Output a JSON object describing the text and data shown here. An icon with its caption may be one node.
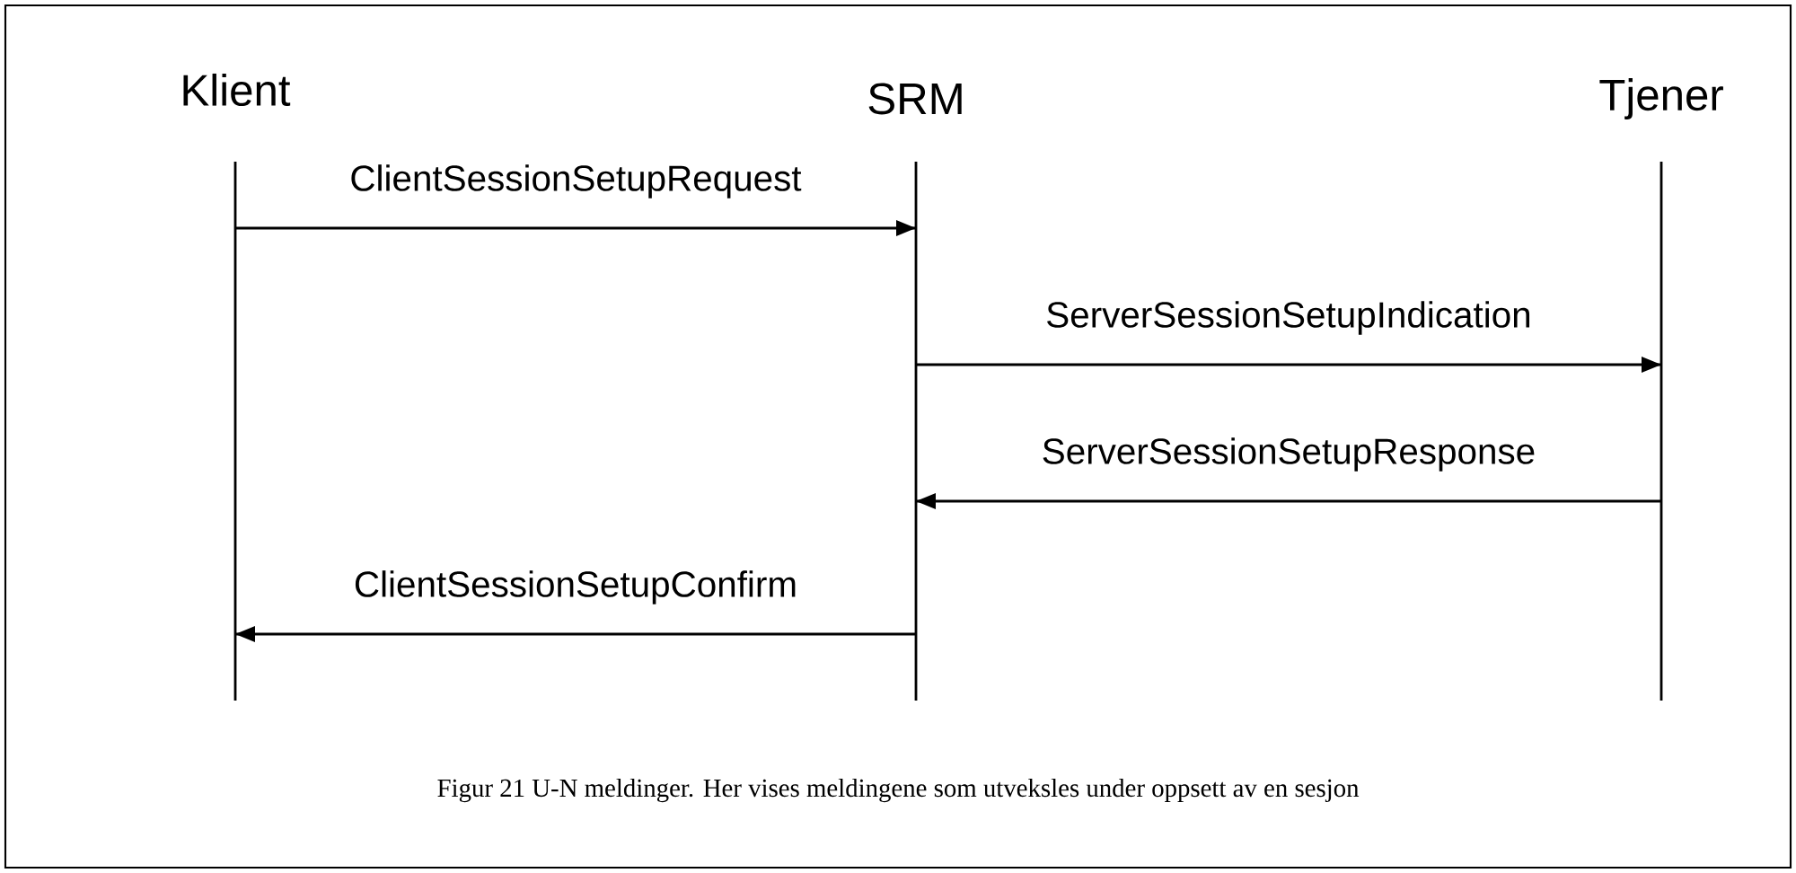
{
  "diagram": {
    "caption": "Figur 21 U-N meldinger. Her vises meldingene som utveksles under oppsett av en sesjon",
    "nodes": [
      {
        "text": [
          "Klient"
        ]
      },
      {
        "text": [
          "SRM"
        ]
      },
      {
        "text": [
          "Tjener"
        ]
      }
    ],
    "edges": [
      {
        "from": 0,
        "to": 1,
        "arrow": "to",
        "label": "ClientSessionSetupRequest"
      },
      {
        "from": 1,
        "to": 2,
        "arrow": "to",
        "label": "ServerSessionSetupIndication"
      },
      {
        "from": 2,
        "to": 1,
        "arrow": "to",
        "label": "ServerSessionSetupResponse"
      },
      {
        "from": 1,
        "to": 0,
        "arrow": "to",
        "label": "ClientSessionSetupConfirm"
      }
    ]
  }
}
